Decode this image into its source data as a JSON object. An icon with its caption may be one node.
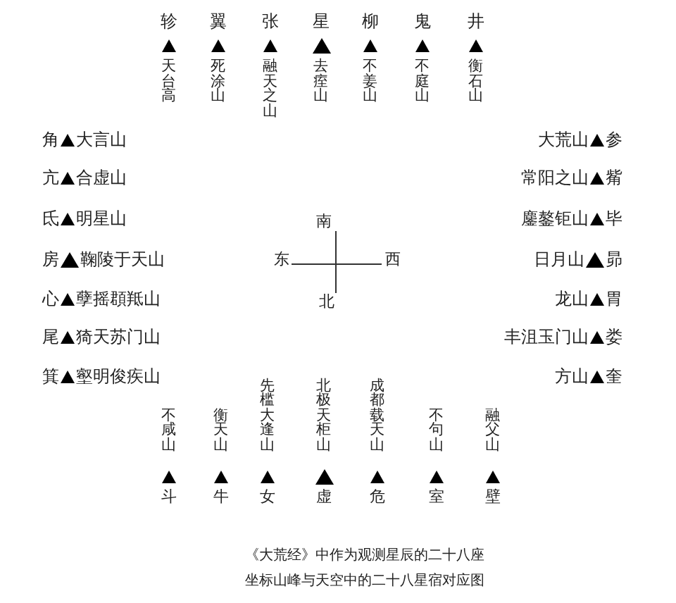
{
  "diagram": {
    "caption": "《大荒经》中作为观测星辰的二十八座坐标山峰与天空中的二十八星宿对应图",
    "labels": [
      "轸",
      "翼",
      "张",
      "星",
      "柳",
      "鬼",
      "井",
      "天台高",
      "死涂山",
      "融天之山",
      "去痓山",
      "不姜山",
      "不庭山",
      "衡石山",
      "角",
      "大言山",
      "大荒山",
      "参",
      "亢",
      "合虚山",
      "常阳之山",
      "觜",
      "氐",
      "明星山",
      "南",
      "鏖鏊钜山",
      "毕",
      "房",
      "鞠陵于天山",
      "东",
      "西",
      "日月山",
      "昴",
      "心",
      "孽摇頵羝山",
      "北",
      "龙山",
      "胃",
      "尾",
      "猗天苏门山",
      "丰沮玉门山",
      "娄",
      "箕",
      "壑明俊疾山",
      "方山",
      "奎",
      "不咸山",
      "衡天山",
      "先槛大逢山",
      "北极天柜山",
      "成都载天山",
      "不句山",
      "融父山",
      "斗",
      "牛",
      "女",
      "虚",
      "危",
      "室",
      "壁"
    ]
  }
}
